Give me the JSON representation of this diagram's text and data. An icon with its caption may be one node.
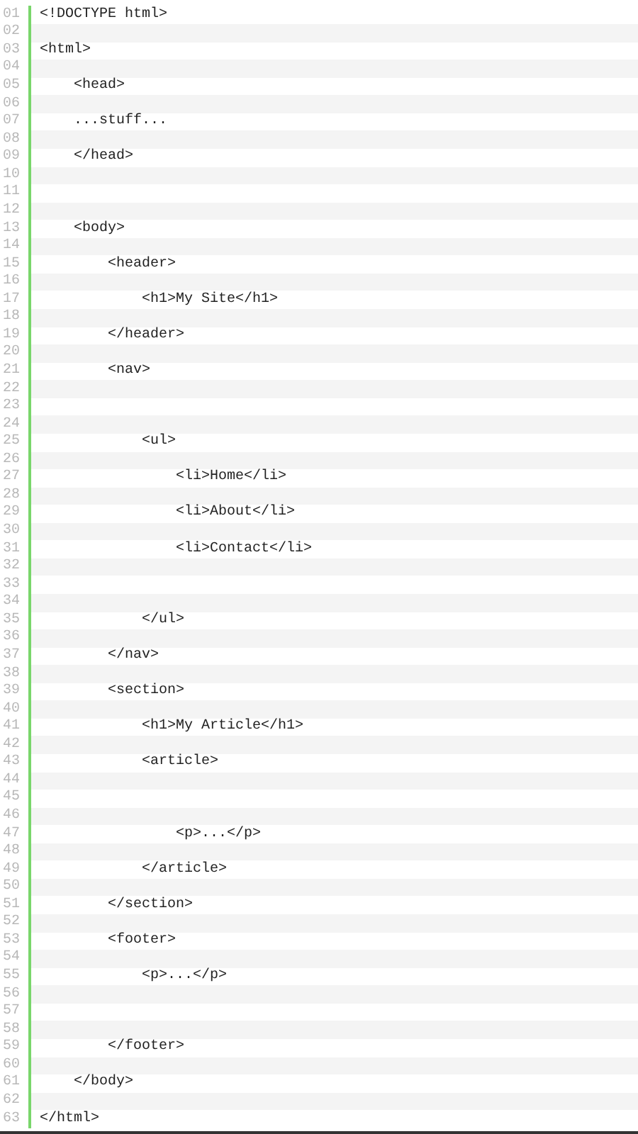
{
  "diagram": {
    "labels": [
      "01",
      "<!DOCTYPE html>",
      "02",
      "03",
      "<html>",
      "04",
      "05",
      "<head>",
      "06",
      "07",
      "...stuff...",
      "08",
      "09",
      "</head>",
      "10",
      "11",
      "12",
      "13",
      "<body>",
      "14",
      "15",
      "<header>",
      "16",
      "17",
      "<h1>My Site</h1>",
      "18",
      "19",
      "</header>",
      "20",
      "21",
      "<nav>",
      "22",
      "23",
      "24",
      "25",
      "<ul>",
      "26",
      "27",
      "<li>Home</li>",
      "28",
      "29",
      "<li>About</li>",
      "30",
      "31",
      "<li>Contact</li>",
      "32",
      "33",
      "34",
      "35",
      "</ul>",
      "36",
      "37",
      "</nav>",
      "38",
      "39",
      "<section>",
      "40",
      "41",
      "<h1>My Article</h1>",
      "42",
      "43",
      "<article>",
      "44",
      "45",
      "46",
      "47",
      "<p>...</p>",
      "48",
      "49",
      "</article>",
      "50",
      "51",
      "</section>",
      "52",
      "53",
      "<footer>",
      "54",
      "55",
      "<p>...</p>",
      "56",
      "57",
      "58",
      "59",
      "</footer>",
      "60",
      "61",
      "</body>",
      "62",
      "63",
      "</html>"
    ]
  }
}
